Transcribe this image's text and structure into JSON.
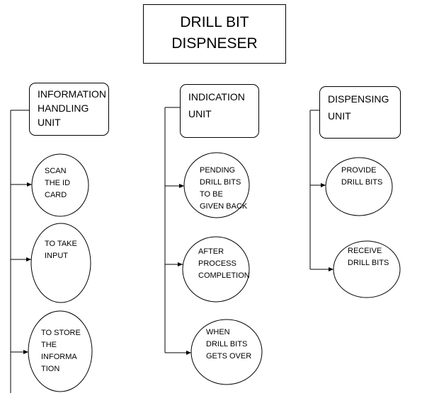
{
  "title": {
    "line1": "DRILL BIT",
    "line2": "DISPNESER"
  },
  "units": [
    {
      "label": "INFORMATION\nHANDLING\nUNIT",
      "children": [
        "SCAN\nTHE ID\nCARD",
        "TO TAKE\nINPUT",
        "TO STORE\nTHE\nINFORMA\nTION"
      ]
    },
    {
      "label": "INDICATION\nUNIT",
      "children": [
        "PENDING\nDRILL BITS\nTO BE\nGIVEN BACK",
        "AFTER\nPROCESS\nCOMPLETION",
        "WHEN\nDRILL BITS\nGETS OVER"
      ]
    },
    {
      "label": "DISPENSING\nUNIT",
      "children": [
        "PROVIDE\nDRILL BITS",
        "RECEIVE\nDRILL BITS"
      ]
    }
  ]
}
